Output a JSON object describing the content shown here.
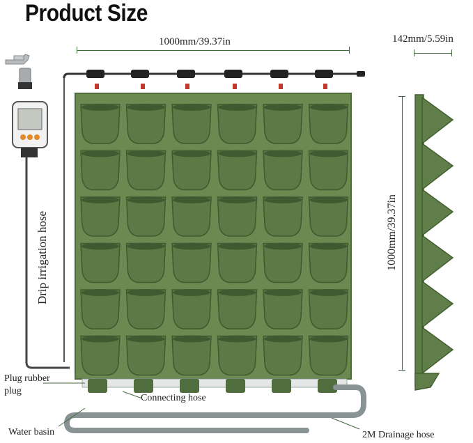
{
  "title": "Product Size",
  "dims": {
    "width": "1000mm/39.37in",
    "depth": "142mm/5.59in",
    "height": "1000mm/39.37in"
  },
  "labels": {
    "drip_hose": "Drip irrigation hose",
    "plug": "Plug rubber\nplug",
    "connecting_hose": "Connecting hose",
    "water_basin": "Water basin",
    "drainage_hose": "2M Drainage hose"
  },
  "colors": {
    "pot": "#5b7a45",
    "pot_dark": "#3f5a30",
    "panel": "#6d8c55",
    "dimension": "#3e6b3a"
  },
  "grid": {
    "rows": 6,
    "cols": 6
  }
}
